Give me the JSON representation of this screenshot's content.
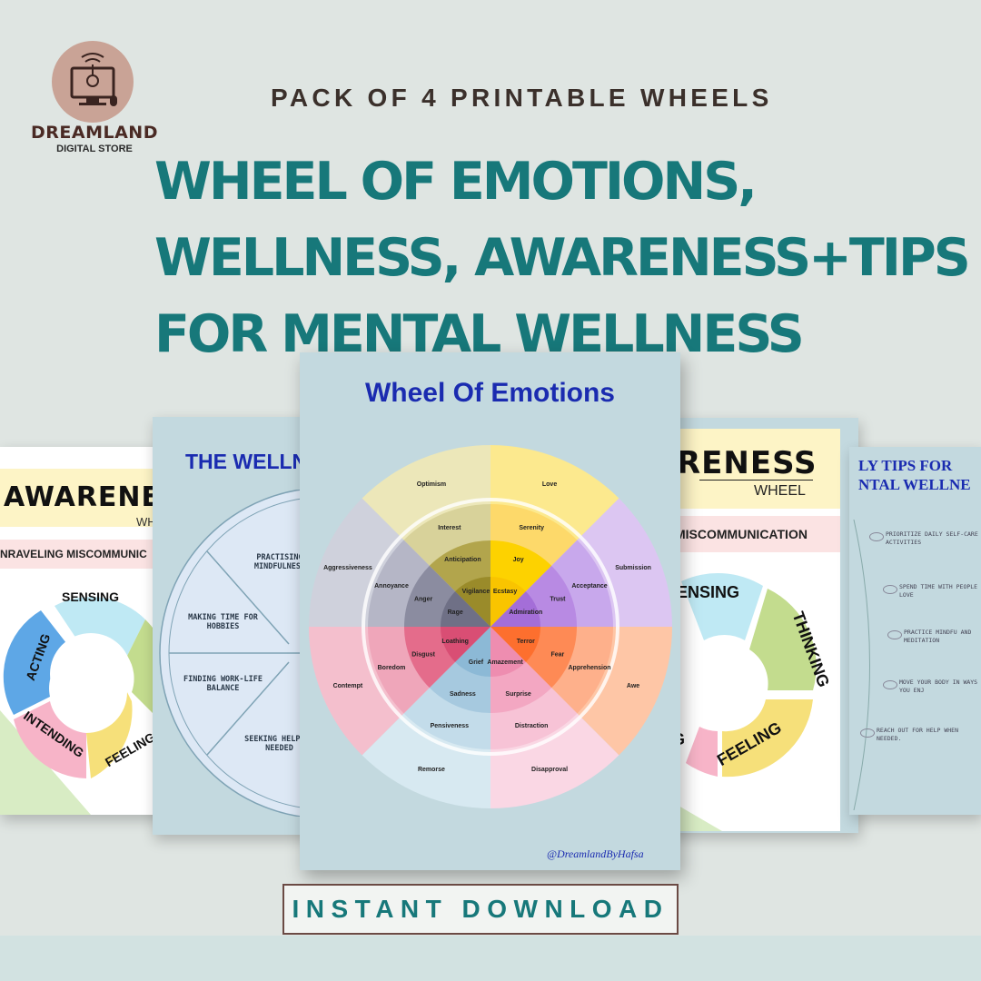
{
  "brand": {
    "name": "DREAMLAND",
    "subtitle": "DIGITAL STORE"
  },
  "pack_label": "PACK OF 4 PRINTABLE WHEELS",
  "headline": [
    "WHEEL OF EMOTIONS,",
    "WELLNESS, AWARENESS+TIPS",
    "FOR MENTAL WELLNESS"
  ],
  "cta": "INSTANT DOWNLOAD",
  "colors": {
    "teal": "#17787a",
    "background": "#dfe5e2",
    "card": "#c3d9df",
    "title_blue": "#1a2bb0"
  },
  "awareness_left": {
    "title": "AWARENES",
    "sub": "WH",
    "banner": "NRAVELING MISCOMMUNIC",
    "segments": [
      "SENSING",
      "ACTING",
      "INTENDING",
      "FEELING"
    ]
  },
  "wellness": {
    "title": "THE WELLN",
    "items": [
      "PRACTISING MINDFULNESS",
      "MAKING TIME FOR HOBBIES",
      "FINDING WORK-LIFE BALANCE",
      "SEEKING HELP IF NEEDED"
    ]
  },
  "emotions": {
    "title": "Wheel Of Emotions",
    "credit": "@DreamlandByHafsa",
    "outer": [
      "Optimism",
      "Love",
      "Submission",
      "Awe",
      "Disapproval",
      "Remorse",
      "Contempt",
      "Aggressiveness"
    ],
    "middle": [
      "Interest",
      "Serenity",
      "Acceptance",
      "Apprehension",
      "Distraction",
      "Pensiveness",
      "Boredom",
      "Annoyance"
    ],
    "inner": [
      "Anticipation",
      "Joy",
      "Trust",
      "Fear",
      "Surprise",
      "Sadness",
      "Disgust",
      "Anger"
    ],
    "core": [
      "Vigilance",
      "Ecstasy",
      "Admiration",
      "Terror",
      "Amazement",
      "Grief",
      "Loathing",
      "Rage"
    ]
  },
  "awareness_right": {
    "title": "RENESS",
    "sub": "WHEEL",
    "banner": "MISCOMMUNICATION",
    "segments": [
      "ENSING",
      "THINKING",
      "FEELING",
      "G"
    ]
  },
  "tips": {
    "title": [
      "LY TIPS FOR",
      "NTAL WELLNE"
    ],
    "items": [
      "PRIORITIZE DAILY SELF-CARE ACTIVITIES",
      "SPEND TIME WITH PEOPLE YOU LOVE",
      "PRACTICE MINDFU AND MEDITATION",
      "MOVE YOUR BODY IN WAYS THAT YOU ENJ",
      "REACH OUT FOR HELP WHEN NEEDED."
    ]
  }
}
